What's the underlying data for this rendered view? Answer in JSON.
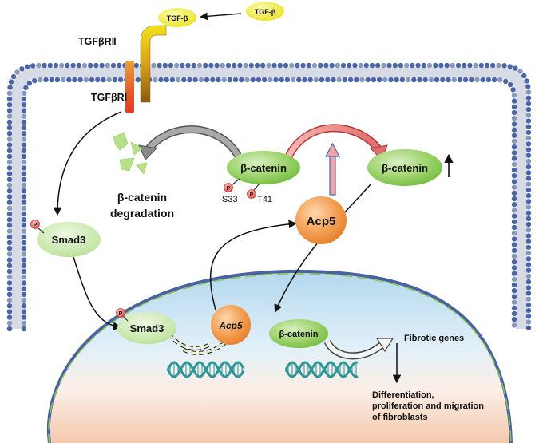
{
  "ligand": {
    "free": "TGF-β",
    "bound": "TGF-β"
  },
  "receptors": {
    "type2": "TGFβRⅡ",
    "type1": "TGFβRⅠ"
  },
  "phospho_symbol": "P",
  "cytoplasm": {
    "beta_catenin": "β-catenin",
    "beta_catenin_up": "β-catenin",
    "site_s33": "S33",
    "site_t41": "T41",
    "degradation_line1": "β-catenin",
    "degradation_line2": "degradation",
    "acp5": "Acp5",
    "smad3": "Smad3"
  },
  "nucleus": {
    "smad3": "Smad3",
    "acp5": "Acp5",
    "beta_catenin": "β-catenin",
    "fibrotic_genes": "Fibrotic genes",
    "outcome_line1": "Differentiation,",
    "outcome_line2": "proliferation and migration",
    "outcome_line3": "of fibroblasts"
  },
  "colors": {
    "membrane_head": "#4a66a8",
    "membrane_head_alt": "#8a97b8",
    "nucleus_top": "#aed4ec",
    "nucleus_bottom": "#f6d2bb",
    "node_green": "#7cc24a",
    "node_orange": "#ee8a3a",
    "ligand_yellow": "#f0e61a",
    "phospho_red": "#e23a3a",
    "dna": "#2d9696"
  }
}
